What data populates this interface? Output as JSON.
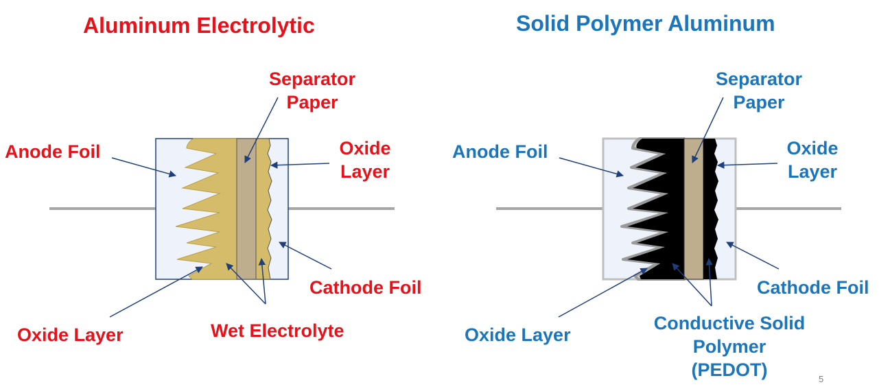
{
  "left": {
    "title": "Aluminum Electrolytic",
    "labels": {
      "separator_paper_line1": "Separator",
      "separator_paper_line2": "Paper",
      "anode_foil": "Anode Foil",
      "oxide_layer_right_line1": "Oxide",
      "oxide_layer_right_line2": "Layer",
      "cathode_foil": "Cathode Foil",
      "oxide_layer_bottom": "Oxide Layer",
      "wet_electrolyte": "Wet Electrolyte"
    }
  },
  "right": {
    "title": "Solid Polymer Aluminum",
    "labels": {
      "separator_paper_line1": "Separator",
      "separator_paper_line2": "Paper",
      "anode_foil": "Anode Foil",
      "oxide_layer_right_line1": "Oxide",
      "oxide_layer_right_line2": "Layer",
      "cathode_foil": "Cathode Foil",
      "oxide_layer_bottom": "Oxide Layer",
      "conductive_polymer_line1": "Conductive Solid",
      "conductive_polymer_line2": "Polymer",
      "conductive_polymer_line3": "(PEDOT)"
    }
  },
  "page_number": "5",
  "colors": {
    "left_text": "#e8111a",
    "right_text": "#1b75bb",
    "arrow": "#1f3f7a",
    "foil_bg": "#eef3fb",
    "electrolyte": "#d4bc6a",
    "separator": "#bfae8d",
    "polymer": "#000000",
    "lead": "#a6a6a6"
  }
}
